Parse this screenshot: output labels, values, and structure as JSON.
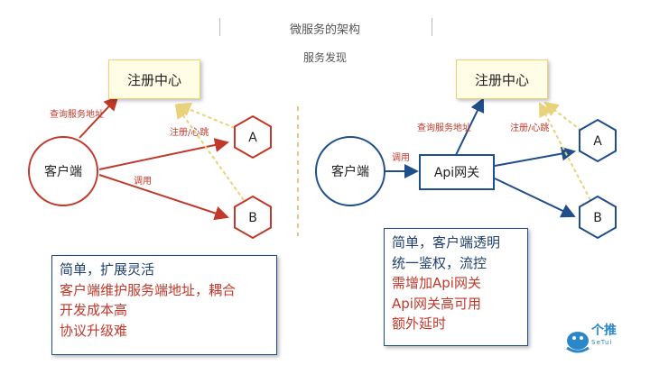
{
  "header": {
    "title": "微服务的架构",
    "subtitle": "服务发现"
  },
  "left": {
    "registry": "注册中心",
    "client": "客户端",
    "node_a": "A",
    "node_b": "B",
    "label_query": "查询服务地址",
    "label_register": "注册/心跳",
    "label_call": "调用",
    "notes": [
      {
        "text": "简单，扩展灵活",
        "style": "normal"
      },
      {
        "text": "客户端维护服务端地址，耦合",
        "style": "warning"
      },
      {
        "text": "开发成本高",
        "style": "warning"
      },
      {
        "text": "协议升级难",
        "style": "warning"
      }
    ]
  },
  "right": {
    "registry": "注册中心",
    "client": "客户端",
    "gateway": "Api网关",
    "node_a": "A",
    "node_b": "B",
    "label_query": "查询服务地址",
    "label_register": "注册/心跳",
    "label_call": "调用",
    "notes": [
      {
        "text": "简单，客户端透明",
        "style": "normal"
      },
      {
        "text": "统一鉴权，流控",
        "style": "normal"
      },
      {
        "text": "需增加Api网关",
        "style": "warning"
      },
      {
        "text": "Api网关高可用",
        "style": "warning"
      },
      {
        "text": "额外延时",
        "style": "warning"
      }
    ]
  },
  "logo": {
    "text": "个推",
    "sub": "SeTui"
  },
  "colors": {
    "red": "#c0392b",
    "blue": "#1f4e8a",
    "yellow": "#e8d27a"
  }
}
